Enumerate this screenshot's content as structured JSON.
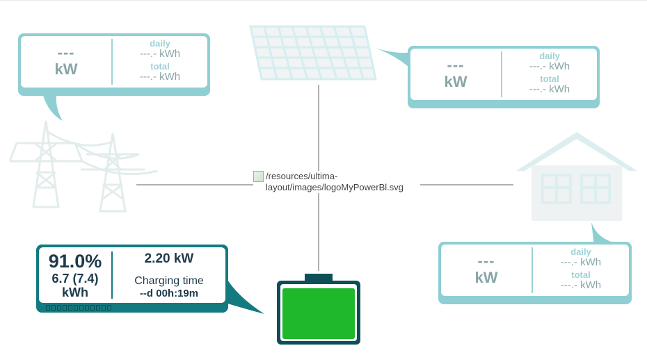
{
  "grid_box": {
    "power_value": "---",
    "power_unit": "kW",
    "daily_label": "daily",
    "daily_value": "---.- kWh",
    "total_label": "total",
    "total_value": "---.- kWh"
  },
  "solar_box": {
    "power_value": "---",
    "power_unit": "kW",
    "daily_label": "daily",
    "daily_value": "---.- kWh",
    "total_label": "total",
    "total_value": "---.- kWh"
  },
  "house_box": {
    "power_value": "---",
    "power_unit": "kW",
    "daily_label": "daily",
    "daily_value": "---.- kWh",
    "total_label": "total",
    "total_value": "---.- kWh"
  },
  "battery_box": {
    "soc_percent": "91.0%",
    "energy": "6.7 (7.4)",
    "energy_unit": "kWh",
    "power": "2.20 kW",
    "charging_time_label": "Charging time",
    "charging_time_value": "--d 00h:19m",
    "fill_fraction": 0.91
  },
  "logo_alt": "/resources/ultima-layout/images/logoMyPowerBl.svg",
  "icons": {
    "grid": "power-pylon-icon",
    "solar": "solar-panel-icon",
    "house": "house-icon",
    "battery": "battery-icon"
  },
  "colors": {
    "accent": "#8fcfd3",
    "battery_frame": "#137a80",
    "battery_fill": "#1fb82c",
    "muted_text": "#8aa5a8"
  }
}
